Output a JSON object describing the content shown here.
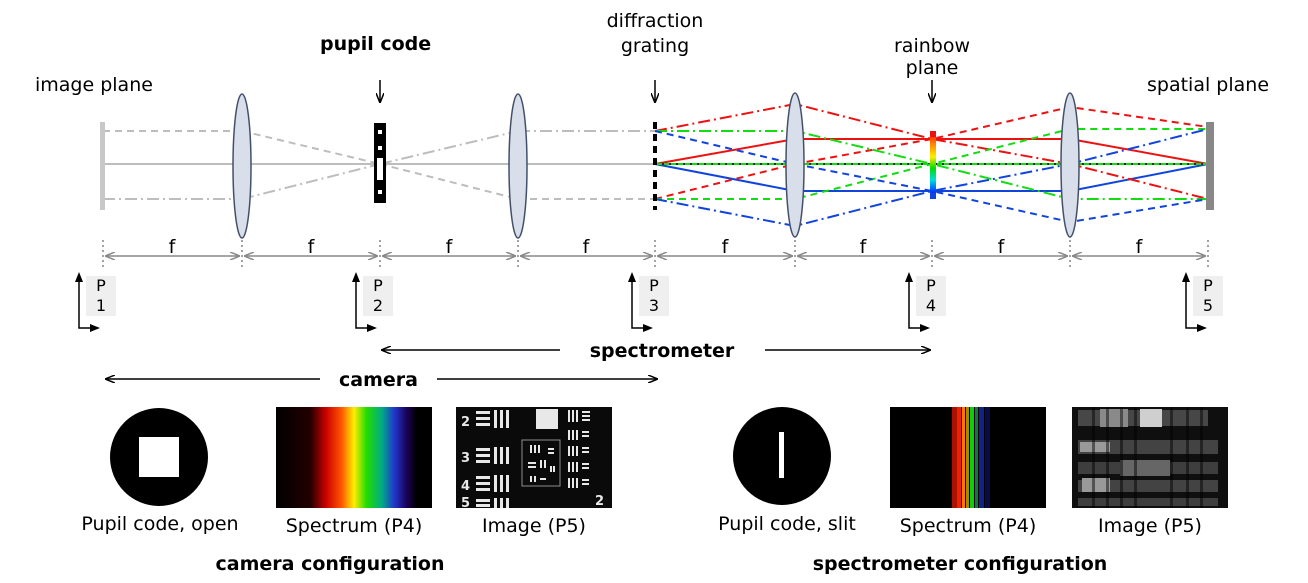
{
  "labels": {
    "image_plane": "image plane",
    "pupil_code": "pupil code",
    "diffraction_grating": [
      "diffraction",
      "grating"
    ],
    "rainbow_plane": [
      "rainbow",
      "plane"
    ],
    "spatial_plane": "spatial plane",
    "focal": "f",
    "spectrometer_span": "spectrometer",
    "camera_span": "camera"
  },
  "planes": [
    {
      "p": "P",
      "n": "1"
    },
    {
      "p": "P",
      "n": "2"
    },
    {
      "p": "P",
      "n": "3"
    },
    {
      "p": "P",
      "n": "4"
    },
    {
      "p": "P",
      "n": "5"
    }
  ],
  "camera_config": {
    "title": "camera configuration",
    "captions": [
      "Pupil code, open",
      "Spectrum (P4)",
      "Image (P5)"
    ]
  },
  "spectrometer_config": {
    "title": "spectrometer configuration",
    "captions": [
      "Pupil code, slit",
      "Spectrum (P4)",
      "Image (P5)"
    ]
  },
  "target_numbers": [
    "2",
    "3",
    "4",
    "5",
    "2"
  ],
  "colors": {
    "gray_ray": "#bdbdbd",
    "red_ray": "#ee1111",
    "green_ray": "#11dd11",
    "blue_ray": "#1144dd",
    "lens_fill": "#d8deea",
    "lens_stroke": "#44506a"
  }
}
